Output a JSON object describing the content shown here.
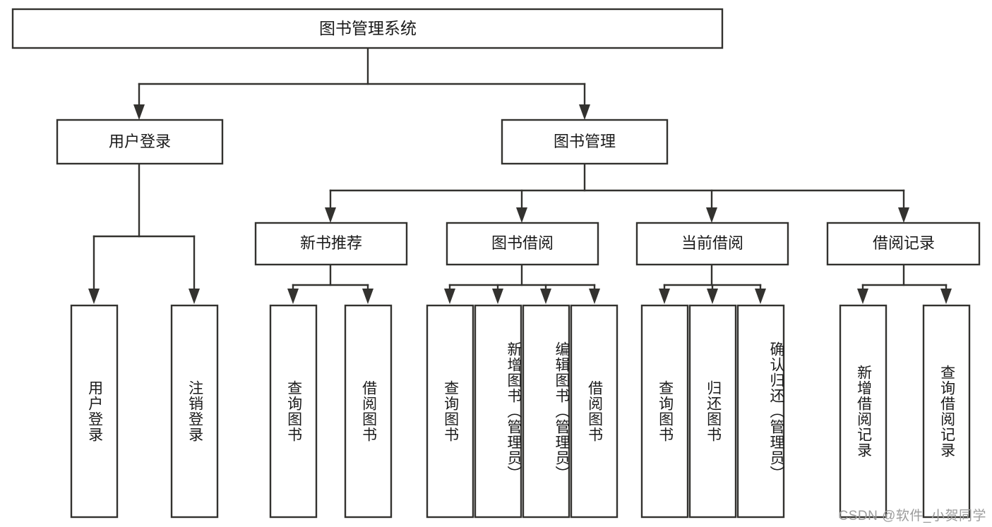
{
  "diagram": {
    "title": "图书管理系统",
    "type": "tree-hierarchy",
    "root": {
      "id": "root",
      "label": "图书管理系统",
      "orientation": "horizontal"
    },
    "level2": [
      {
        "id": "user-login",
        "label": "用户登录",
        "orientation": "horizontal"
      },
      {
        "id": "book-management",
        "label": "图书管理",
        "orientation": "horizontal"
      }
    ],
    "level3": [
      {
        "id": "new-book-recommend",
        "label": "新书推荐",
        "orientation": "horizontal",
        "parent": "book-management"
      },
      {
        "id": "book-borrow",
        "label": "图书借阅",
        "orientation": "horizontal",
        "parent": "book-management"
      },
      {
        "id": "current-borrow",
        "label": "当前借阅",
        "orientation": "horizontal",
        "parent": "book-management"
      },
      {
        "id": "borrow-record",
        "label": "借阅记录",
        "orientation": "horizontal",
        "parent": "book-management"
      }
    ],
    "leaves": [
      {
        "id": "leaf-user-login",
        "label": "用户登录",
        "orientation": "vertical",
        "parent": "user-login"
      },
      {
        "id": "leaf-user-logout",
        "label": "注销登录",
        "orientation": "vertical",
        "parent": "user-login"
      },
      {
        "id": "leaf-query-book-1",
        "label": "查询图书",
        "orientation": "vertical",
        "parent": "new-book-recommend"
      },
      {
        "id": "leaf-borrow-book-1",
        "label": "借阅图书",
        "orientation": "vertical",
        "parent": "new-book-recommend"
      },
      {
        "id": "leaf-query-book-2",
        "label": "查询图书",
        "orientation": "vertical",
        "parent": "book-borrow"
      },
      {
        "id": "leaf-add-book",
        "label": "新增图书（管理员）",
        "orientation": "vertical",
        "parent": "book-borrow"
      },
      {
        "id": "leaf-edit-book",
        "label": "编辑图书（管理员）",
        "orientation": "vertical",
        "parent": "book-borrow"
      },
      {
        "id": "leaf-borrow-book-2",
        "label": "借阅图书",
        "orientation": "vertical",
        "parent": "book-borrow"
      },
      {
        "id": "leaf-query-book-3",
        "label": "查询图书",
        "orientation": "vertical",
        "parent": "current-borrow"
      },
      {
        "id": "leaf-return-book",
        "label": "归还图书",
        "orientation": "vertical",
        "parent": "current-borrow"
      },
      {
        "id": "leaf-confirm-return",
        "label": "确认归还（管理员）",
        "orientation": "vertical",
        "parent": "current-borrow"
      },
      {
        "id": "leaf-add-record",
        "label": "新增借阅记录",
        "orientation": "vertical",
        "parent": "borrow-record"
      },
      {
        "id": "leaf-query-record",
        "label": "查询借阅记录",
        "orientation": "vertical",
        "parent": "borrow-record"
      }
    ]
  },
  "watermark": {
    "text": "CSDN @软件_小贺同学"
  },
  "colors": {
    "stroke": "#33322f",
    "box_fill": "#ffffff",
    "text": "#1a1a1a",
    "watermark": "#9c9c9c",
    "background": "#ffffff"
  }
}
